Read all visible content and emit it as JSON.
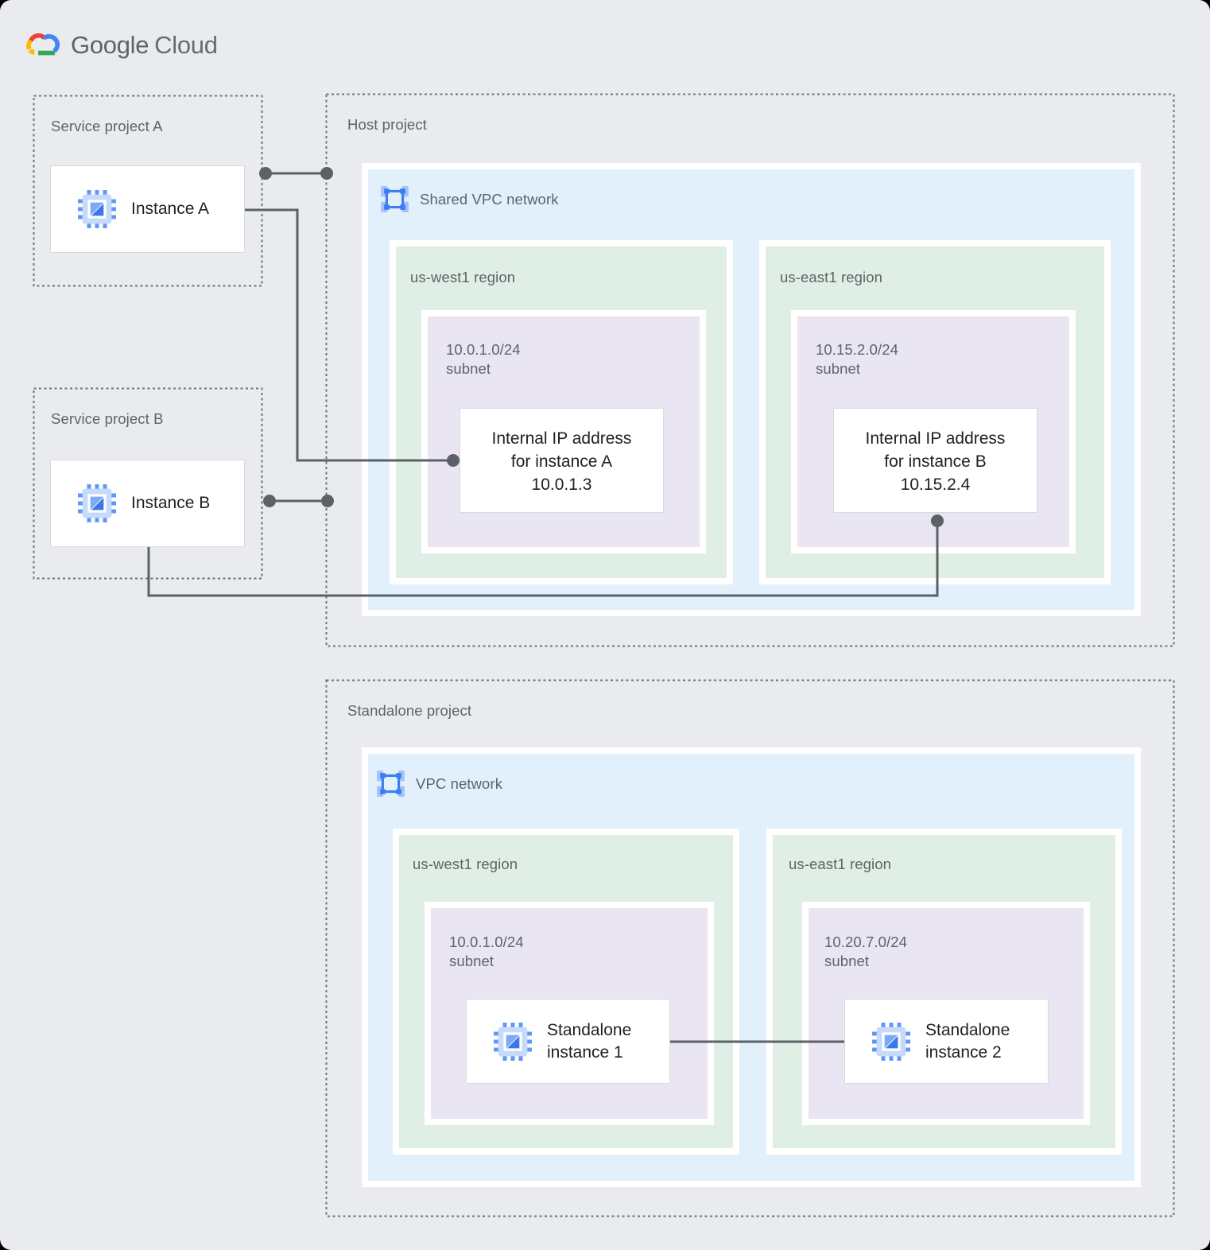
{
  "logo": {
    "google": "Google",
    "cloud": "Cloud"
  },
  "service_project_a": {
    "title": "Service project A",
    "instance": "Instance A"
  },
  "service_project_b": {
    "title": "Service project B",
    "instance": "Instance B"
  },
  "host_project": {
    "title": "Host project",
    "network": "Shared VPC network",
    "west": {
      "region": "us-west1 region",
      "cidr": "10.0.1.0/24",
      "subnet_word": "subnet",
      "card": [
        "Internal IP address",
        "for instance A",
        "10.0.1.3"
      ]
    },
    "east": {
      "region": "us-east1 region",
      "cidr": "10.15.2.0/24",
      "subnet_word": "subnet",
      "card": [
        "Internal IP address",
        "for instance B",
        "10.15.2.4"
      ]
    }
  },
  "standalone_project": {
    "title": "Standalone project",
    "network": "VPC network",
    "west": {
      "region": "us-west1 region",
      "cidr": "10.0.1.0/24",
      "subnet_word": "subnet",
      "instance": [
        "Standalone",
        "instance 1"
      ]
    },
    "east": {
      "region": "us-east1 region",
      "cidr": "10.20.7.0/24",
      "subnet_word": "subnet",
      "instance": [
        "Standalone",
        "instance 2"
      ]
    }
  },
  "colors": {
    "background": "#e9ebee",
    "network_bg": "#e1f0fb",
    "region_bg": "#e0efe6",
    "subnet_bg": "#eae5f3",
    "connector": "#5c6166",
    "label_gray": "#5f6368",
    "icon_blue": "#3d7df3",
    "logo_red": "#EA4335",
    "logo_blue": "#4285F4",
    "logo_green": "#34A853",
    "logo_yellow": "#FBBC05"
  }
}
